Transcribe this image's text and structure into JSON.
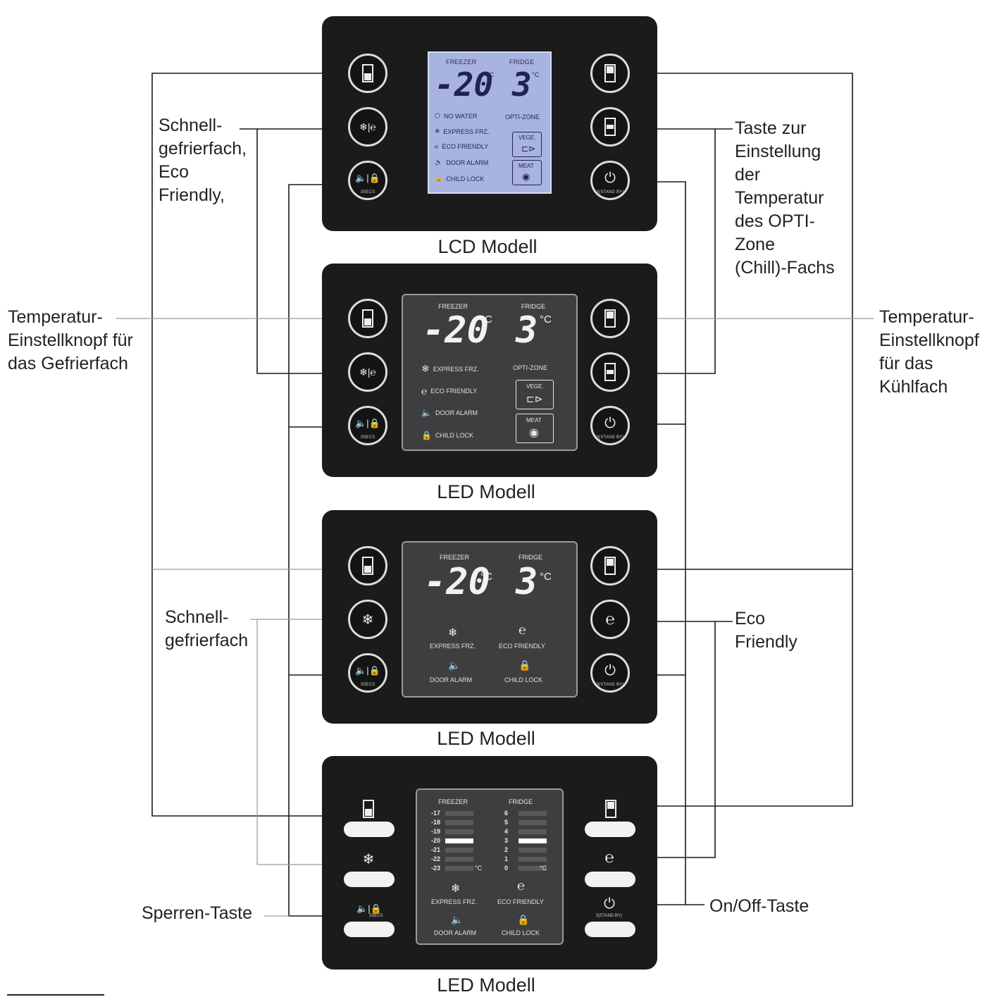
{
  "models": [
    "LCD Modell",
    "LED Modell",
    "LED Modell",
    "LED Modell"
  ],
  "display": {
    "freezer": "FREEZER",
    "fridge": "FRIDGE",
    "freezer_temp": "-20",
    "fridge_temp": "3",
    "unit": "°C",
    "opti_zone": "OPTI-ZONE",
    "no_water": "NO WATER",
    "express_frz": "EXPRESS FRZ.",
    "eco_friendly": "ECO FRIENDLY",
    "door_alarm": "DOOR ALARM",
    "child_lock": "CHILD LOCK",
    "vege": "VEGE.",
    "meat": "MEAT",
    "hold_3sec": "3SECS",
    "standby": "3(STAND BY)"
  },
  "scale": {
    "freezer": [
      "-17",
      "-18",
      "-19",
      "-20",
      "-21",
      "-22",
      "-23"
    ],
    "fridge": [
      "6",
      "5",
      "4",
      "3",
      "2",
      "1",
      "0"
    ],
    "active_freezer": "-20",
    "active_fridge": "3",
    "unit": "°C"
  },
  "labels": {
    "schnell_eco": "Schnell-\ngefrierfach,\nEco\nFriendly,",
    "opti_zone": "Taste zur\nEinstellung\nder\nTemperatur\ndes OPTI-\nZone\n(Chill)-Fachs",
    "freezer_knob": "Temperatur-\nEinstellknopf für\ndas Gefrierfach",
    "fridge_knob": "Temperatur-\nEinstellknopf\nfür das\nKühlfach",
    "schnell": "Schnell-\ngefrierfach",
    "eco": "Eco\nFriendly",
    "sperren": "Sperren-Taste",
    "onoff": "On/Off-Taste"
  },
  "colors": {
    "panel": "#1b1b1b",
    "lcd": "#a8b3e2",
    "led_screen": "#3e3e40",
    "line": "#1a1a1a"
  }
}
